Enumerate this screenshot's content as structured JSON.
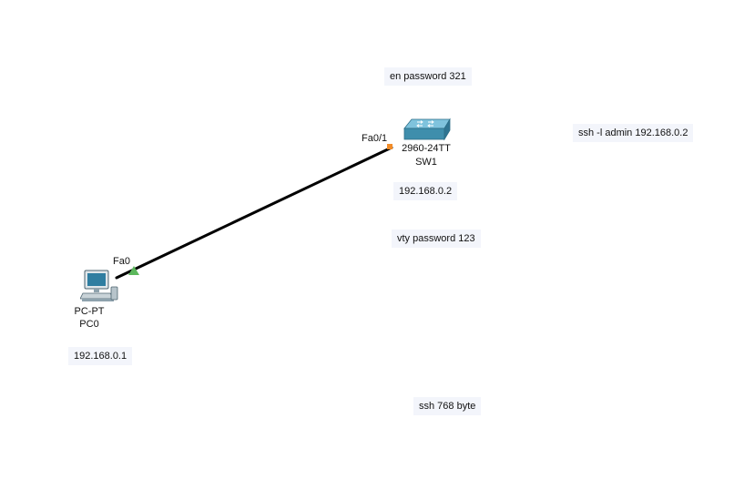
{
  "devices": {
    "switch": {
      "model": "2960-24TT",
      "name": "SW1",
      "icon": "switch-icon",
      "port": "Fa0/1",
      "ip": "192.168.0.2"
    },
    "pc": {
      "model": "PC-PT",
      "name": "PC0",
      "icon": "pc-icon",
      "port": "Fa0",
      "ip": "192.168.0.1"
    }
  },
  "notes": {
    "enable_password": "en password 321",
    "ssh_command": "ssh -l admin 192.168.0.2",
    "vty_password": "vty password 123",
    "ssh_key": "ssh 768 byte"
  },
  "colors": {
    "link": "#000000",
    "port_up": "#5cb85c",
    "port_pending": "#f28c28",
    "switch_body": "#3f8eac",
    "note_background": "#f3f5fb"
  }
}
